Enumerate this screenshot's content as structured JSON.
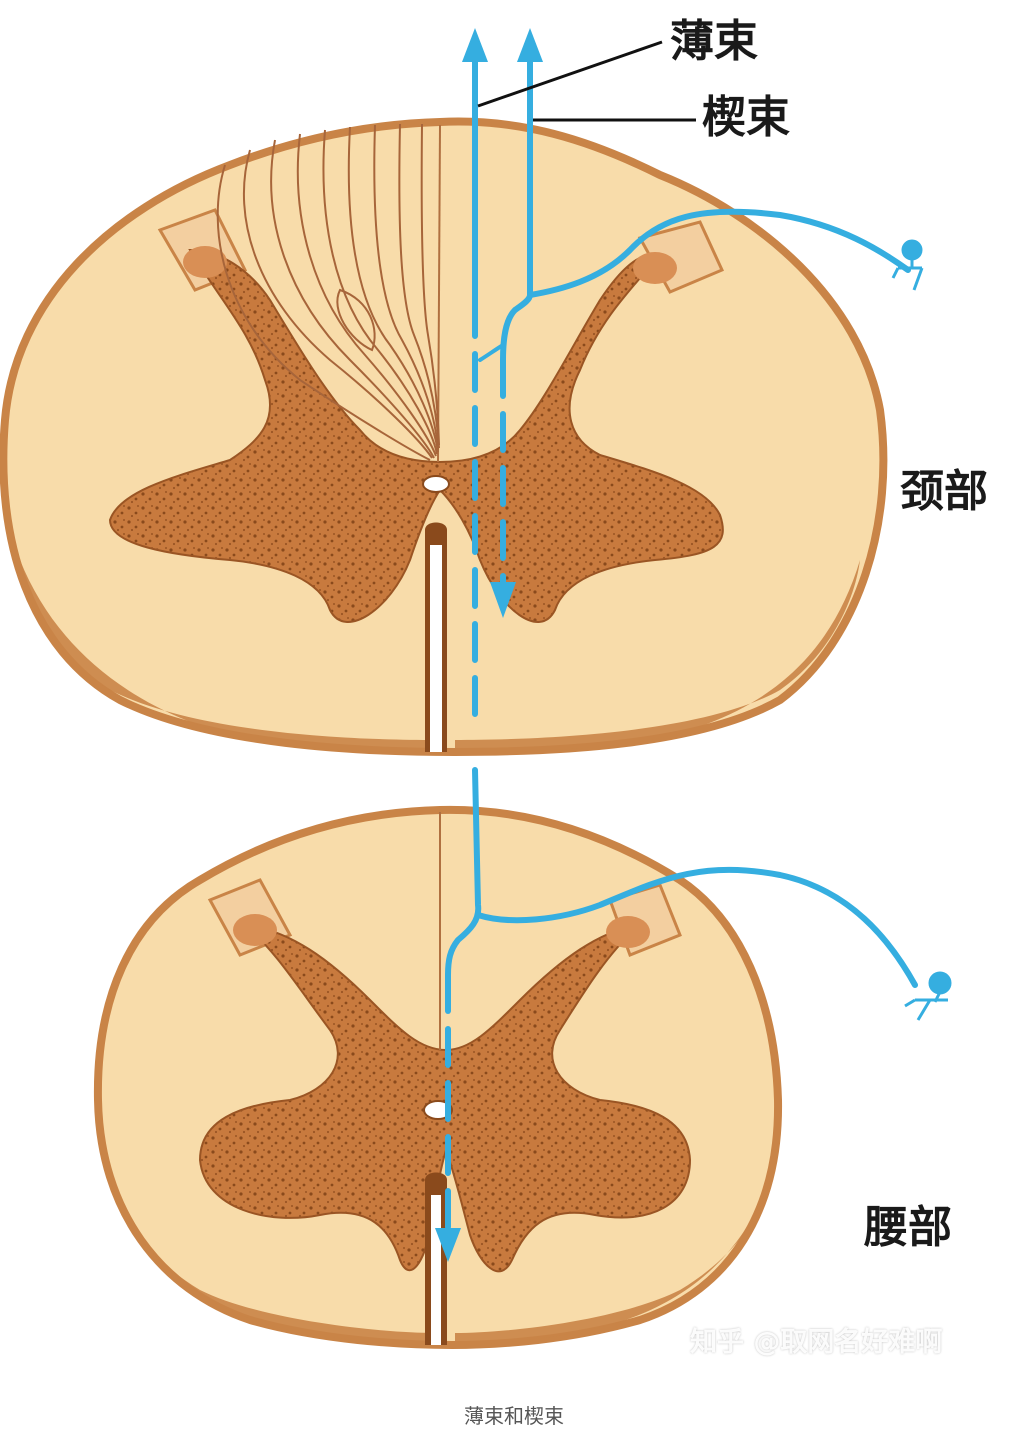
{
  "labels": {
    "fasciculus_gracilis": "薄束",
    "fasciculus_cuneatus": "楔束",
    "cervical": "颈部",
    "lumbar": "腰部"
  },
  "watermark": "知乎 @取网名好难啊",
  "caption": "薄束和楔束",
  "colors": {
    "white_matter": "#f8dcaa",
    "white_matter_edge": "#c98447",
    "gray_matter": "#c87a3e",
    "gray_dots": "#8a4a1c",
    "pathway": "#35aee0",
    "leader_line": "#111111"
  }
}
